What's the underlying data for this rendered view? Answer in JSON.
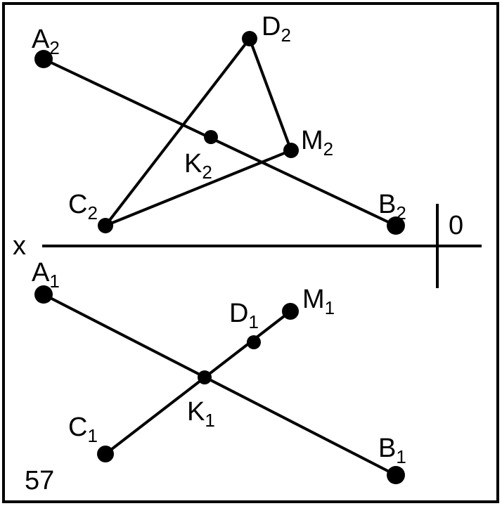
{
  "diagram": {
    "figure_number": "57",
    "axis": {
      "x_label": "x",
      "origin_label": "0"
    },
    "frontal_view": {
      "points": [
        {
          "id": "A2",
          "letter": "A",
          "index": "2"
        },
        {
          "id": "B2",
          "letter": "B",
          "index": "2"
        },
        {
          "id": "C2",
          "letter": "C",
          "index": "2"
        },
        {
          "id": "D2",
          "letter": "D",
          "index": "2"
        },
        {
          "id": "M2",
          "letter": "M",
          "index": "2"
        },
        {
          "id": "K2",
          "letter": "K",
          "index": "2"
        }
      ],
      "segments": [
        [
          "A2",
          "B2"
        ],
        [
          "C2",
          "D2"
        ],
        [
          "D2",
          "M2"
        ],
        [
          "C2",
          "M2"
        ]
      ]
    },
    "horizontal_view": {
      "points": [
        {
          "id": "A1",
          "letter": "A",
          "index": "1"
        },
        {
          "id": "B1",
          "letter": "B",
          "index": "1"
        },
        {
          "id": "C1",
          "letter": "C",
          "index": "1"
        },
        {
          "id": "D1",
          "letter": "D",
          "index": "1"
        },
        {
          "id": "M1",
          "letter": "M",
          "index": "1"
        },
        {
          "id": "K1",
          "letter": "K",
          "index": "1"
        }
      ],
      "segments": [
        [
          "A1",
          "B1"
        ],
        [
          "C1",
          "M1"
        ]
      ]
    }
  }
}
